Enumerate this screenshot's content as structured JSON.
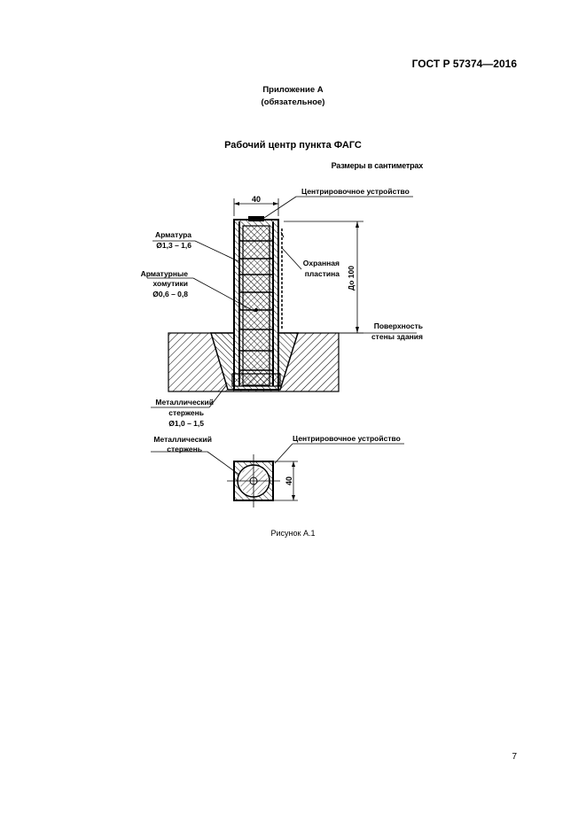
{
  "header": {
    "doc_code": "ГОСТ Р 57374—2016"
  },
  "appendix": {
    "title": "Приложение А",
    "status": "(обязательное)"
  },
  "figure": {
    "title": "Рабочий центр пункта ФАГС",
    "dims_note": "Размеры в сантиметрах",
    "labels": {
      "width_dim": "40",
      "centering_top": "Центрировочное устройство",
      "rebar": "Арматура",
      "rebar_d": "Ø1,3 – 1,6",
      "clamps_1": "Арматурные",
      "clamps_2": "хомутики",
      "clamps_d": "Ø0,6 – 0,8",
      "plate_1": "Охранная",
      "plate_2": "пластина",
      "depth_dim": "До 100",
      "surface_1": "Поверхность",
      "surface_2": "стены здания",
      "rod_1": "Металлический",
      "rod_2": "стержень",
      "rod_d": "Ø1,0 – 1,5",
      "plan_rod_1": "Металлический",
      "plan_rod_2": "стержень",
      "plan_centering": "Центрировочное устройство",
      "plan_dim": "40"
    },
    "caption": "Рисунок А.1"
  },
  "footer": {
    "page_number": "7"
  }
}
